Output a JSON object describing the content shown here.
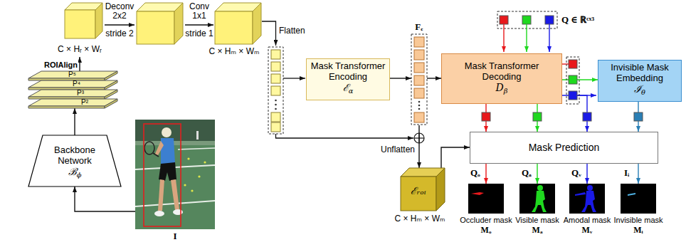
{
  "diagram": {
    "nodes": [
      {
        "text": [
          "C × Hᵣ × Wᵣ"
        ]
      },
      {
        "text": [
          "P⁵"
        ]
      },
      {
        "text": [
          "P⁴"
        ]
      },
      {
        "text": [
          "P³"
        ]
      },
      {
        "text": [
          "P²"
        ]
      },
      {
        "text": [
          "Backbone Network",
          "ℬ",
          "ϕ"
        ]
      },
      {
        "text": [
          "I"
        ]
      },
      {
        "text": [
          "Mask Transformer Encoding",
          "ℰ",
          "α"
        ]
      },
      {
        "text": [
          "Fₑ"
        ]
      },
      {
        "text": [
          "ℰᵣₒᵢ",
          "C × Hₘ × Wₘ"
        ]
      },
      {
        "text": [
          "Mask Transformer Decoding",
          "D",
          "β"
        ]
      },
      {
        "text": [
          "Invisible Mask Embedding",
          "ℐ",
          "θ"
        ]
      },
      {
        "text": [
          "Mask Prediction"
        ]
      },
      {
        "text": [
          "Occluder mask",
          "Mₒ"
        ]
      },
      {
        "text": [
          "Visible mask",
          "Mₐ"
        ]
      },
      {
        "text": [
          "Amodal mask",
          "Mᵥ"
        ]
      },
      {
        "text": [
          "Invisible mask",
          "Mᵢ"
        ]
      }
    ],
    "edges": [
      {
        "from": 6,
        "to": 5,
        "arrow": "to"
      },
      {
        "from": 5,
        "to": 4,
        "arrow": "to"
      },
      {
        "from": 1,
        "to": 0,
        "label": "ROIAlign",
        "arrow": "to"
      },
      {
        "from": 7,
        "to": 8,
        "arrow": "to"
      },
      {
        "from": 8,
        "to": 10,
        "arrow": "to"
      },
      {
        "from": 8,
        "to": 9,
        "label": "Unflatten",
        "arrow": "to"
      },
      {
        "from": 9,
        "to": 12,
        "arrow": "to"
      },
      {
        "from": 10,
        "to": 11,
        "arrow": "to"
      },
      {
        "from": 11,
        "to": 12,
        "arrow": "to"
      },
      {
        "from": 10,
        "to": 12,
        "arrow": "to"
      },
      {
        "from": 10,
        "to": 12,
        "arrow": "to"
      },
      {
        "from": 10,
        "to": 12,
        "arrow": "to"
      },
      {
        "from": 12,
        "to": 13,
        "arrow": "to"
      },
      {
        "from": 12,
        "to": 14,
        "arrow": "to"
      },
      {
        "from": 12,
        "to": 15,
        "arrow": "to"
      },
      {
        "from": 12,
        "to": 16,
        "arrow": "to"
      }
    ],
    "labels": [
      "Deconv 2x2",
      "stride 2",
      "Conv 1x1",
      "stride 1",
      "C × Hₘ × Wₘ",
      "Flatten",
      "Q ∈ ℝᶜˣ³",
      "Qₒ",
      "Qₐ",
      "Qᵥ",
      "Iᵢ"
    ]
  }
}
